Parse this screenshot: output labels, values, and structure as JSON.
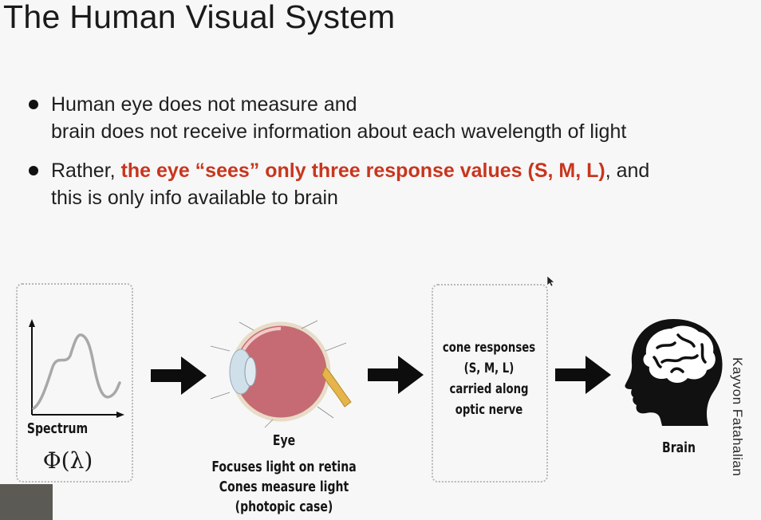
{
  "slide": {
    "title": "The Human Visual System",
    "bullets": [
      {
        "line1": "Human eye does not measure and",
        "line2": "brain does not receive information about each wavelength of light"
      },
      {
        "prefix": "Rather, ",
        "highlight": "the eye “sees” only three response values (S, M, L)",
        "suffix": ", and",
        "line2": "this is only info available to brain"
      }
    ]
  },
  "diagram": {
    "spectrum": {
      "label": "Spectrum",
      "symbol": "Φ(λ)"
    },
    "eye": {
      "label": "Eye",
      "desc": [
        "Focuses light on retina",
        "Cones measure light",
        "(photopic case)"
      ]
    },
    "cones": {
      "lines": [
        "cone responses",
        "(S, M, L)",
        "carried along",
        "optic nerve"
      ]
    },
    "brain": {
      "label": "Brain"
    },
    "colors": {
      "highlight": "#c8361e",
      "arrow": "#0d0d0d",
      "curve": "#a8a8a8",
      "eyeball": "#c66b73"
    },
    "icons": [
      "spectrum-plot",
      "eye-anatomy-illustration",
      "right-arrow-icon",
      "brain-head-icon"
    ]
  },
  "credit": "Kayvon Fatahalian"
}
